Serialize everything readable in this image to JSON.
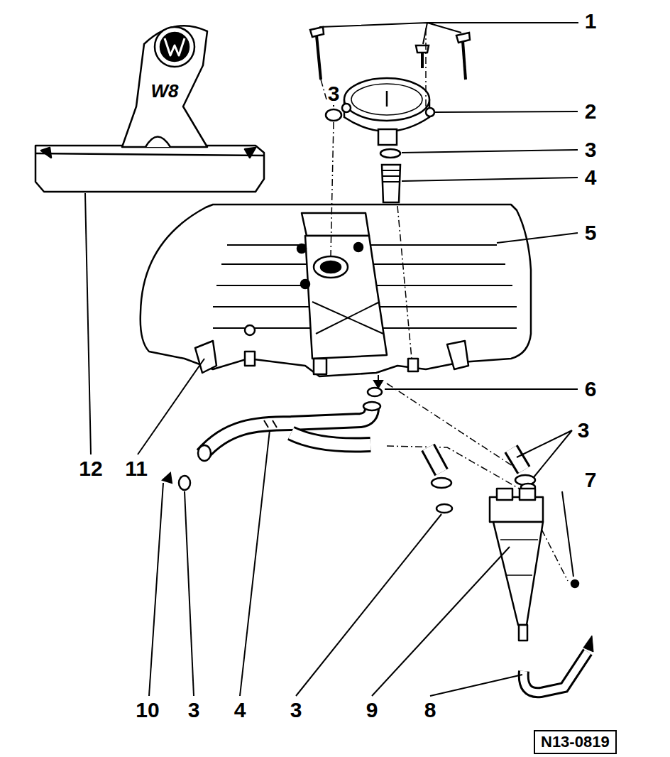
{
  "diagram": {
    "nodes": [
      {
        "text": [
          "N13-0819"
        ]
      }
    ],
    "labels": [
      "1",
      "3",
      "2",
      "3",
      "4",
      "5",
      "6",
      "3",
      "7",
      "12",
      "11",
      "W8",
      "10",
      "3",
      "4",
      "3",
      "9",
      "8"
    ]
  }
}
